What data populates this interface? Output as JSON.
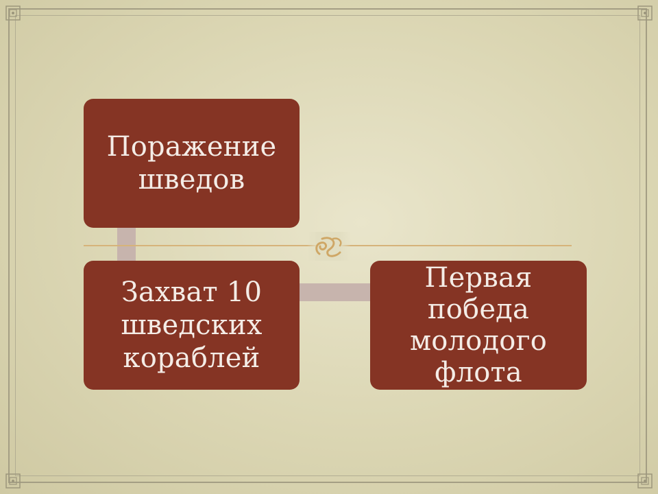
{
  "slide": {
    "background_color": "#dbd6b3",
    "frame_color": "#a49e84",
    "accent_line_color": "#d6b37a",
    "connector_color": "#c7b4ad",
    "box_color": "#853424",
    "box_text_color": "#f4ece6",
    "ornament_icon": "scroll-ornament-icon"
  },
  "diagram": {
    "nodes": [
      {
        "id": "top",
        "label": "Поражение\nшведов"
      },
      {
        "id": "left",
        "label": "Захват 10\nшведских\nкораблей"
      },
      {
        "id": "right",
        "label": "Первая\nпобеда\nмолодого\nфлота"
      }
    ],
    "edges": [
      {
        "from": "top",
        "to": "left"
      },
      {
        "from": "left",
        "to": "right"
      }
    ]
  }
}
